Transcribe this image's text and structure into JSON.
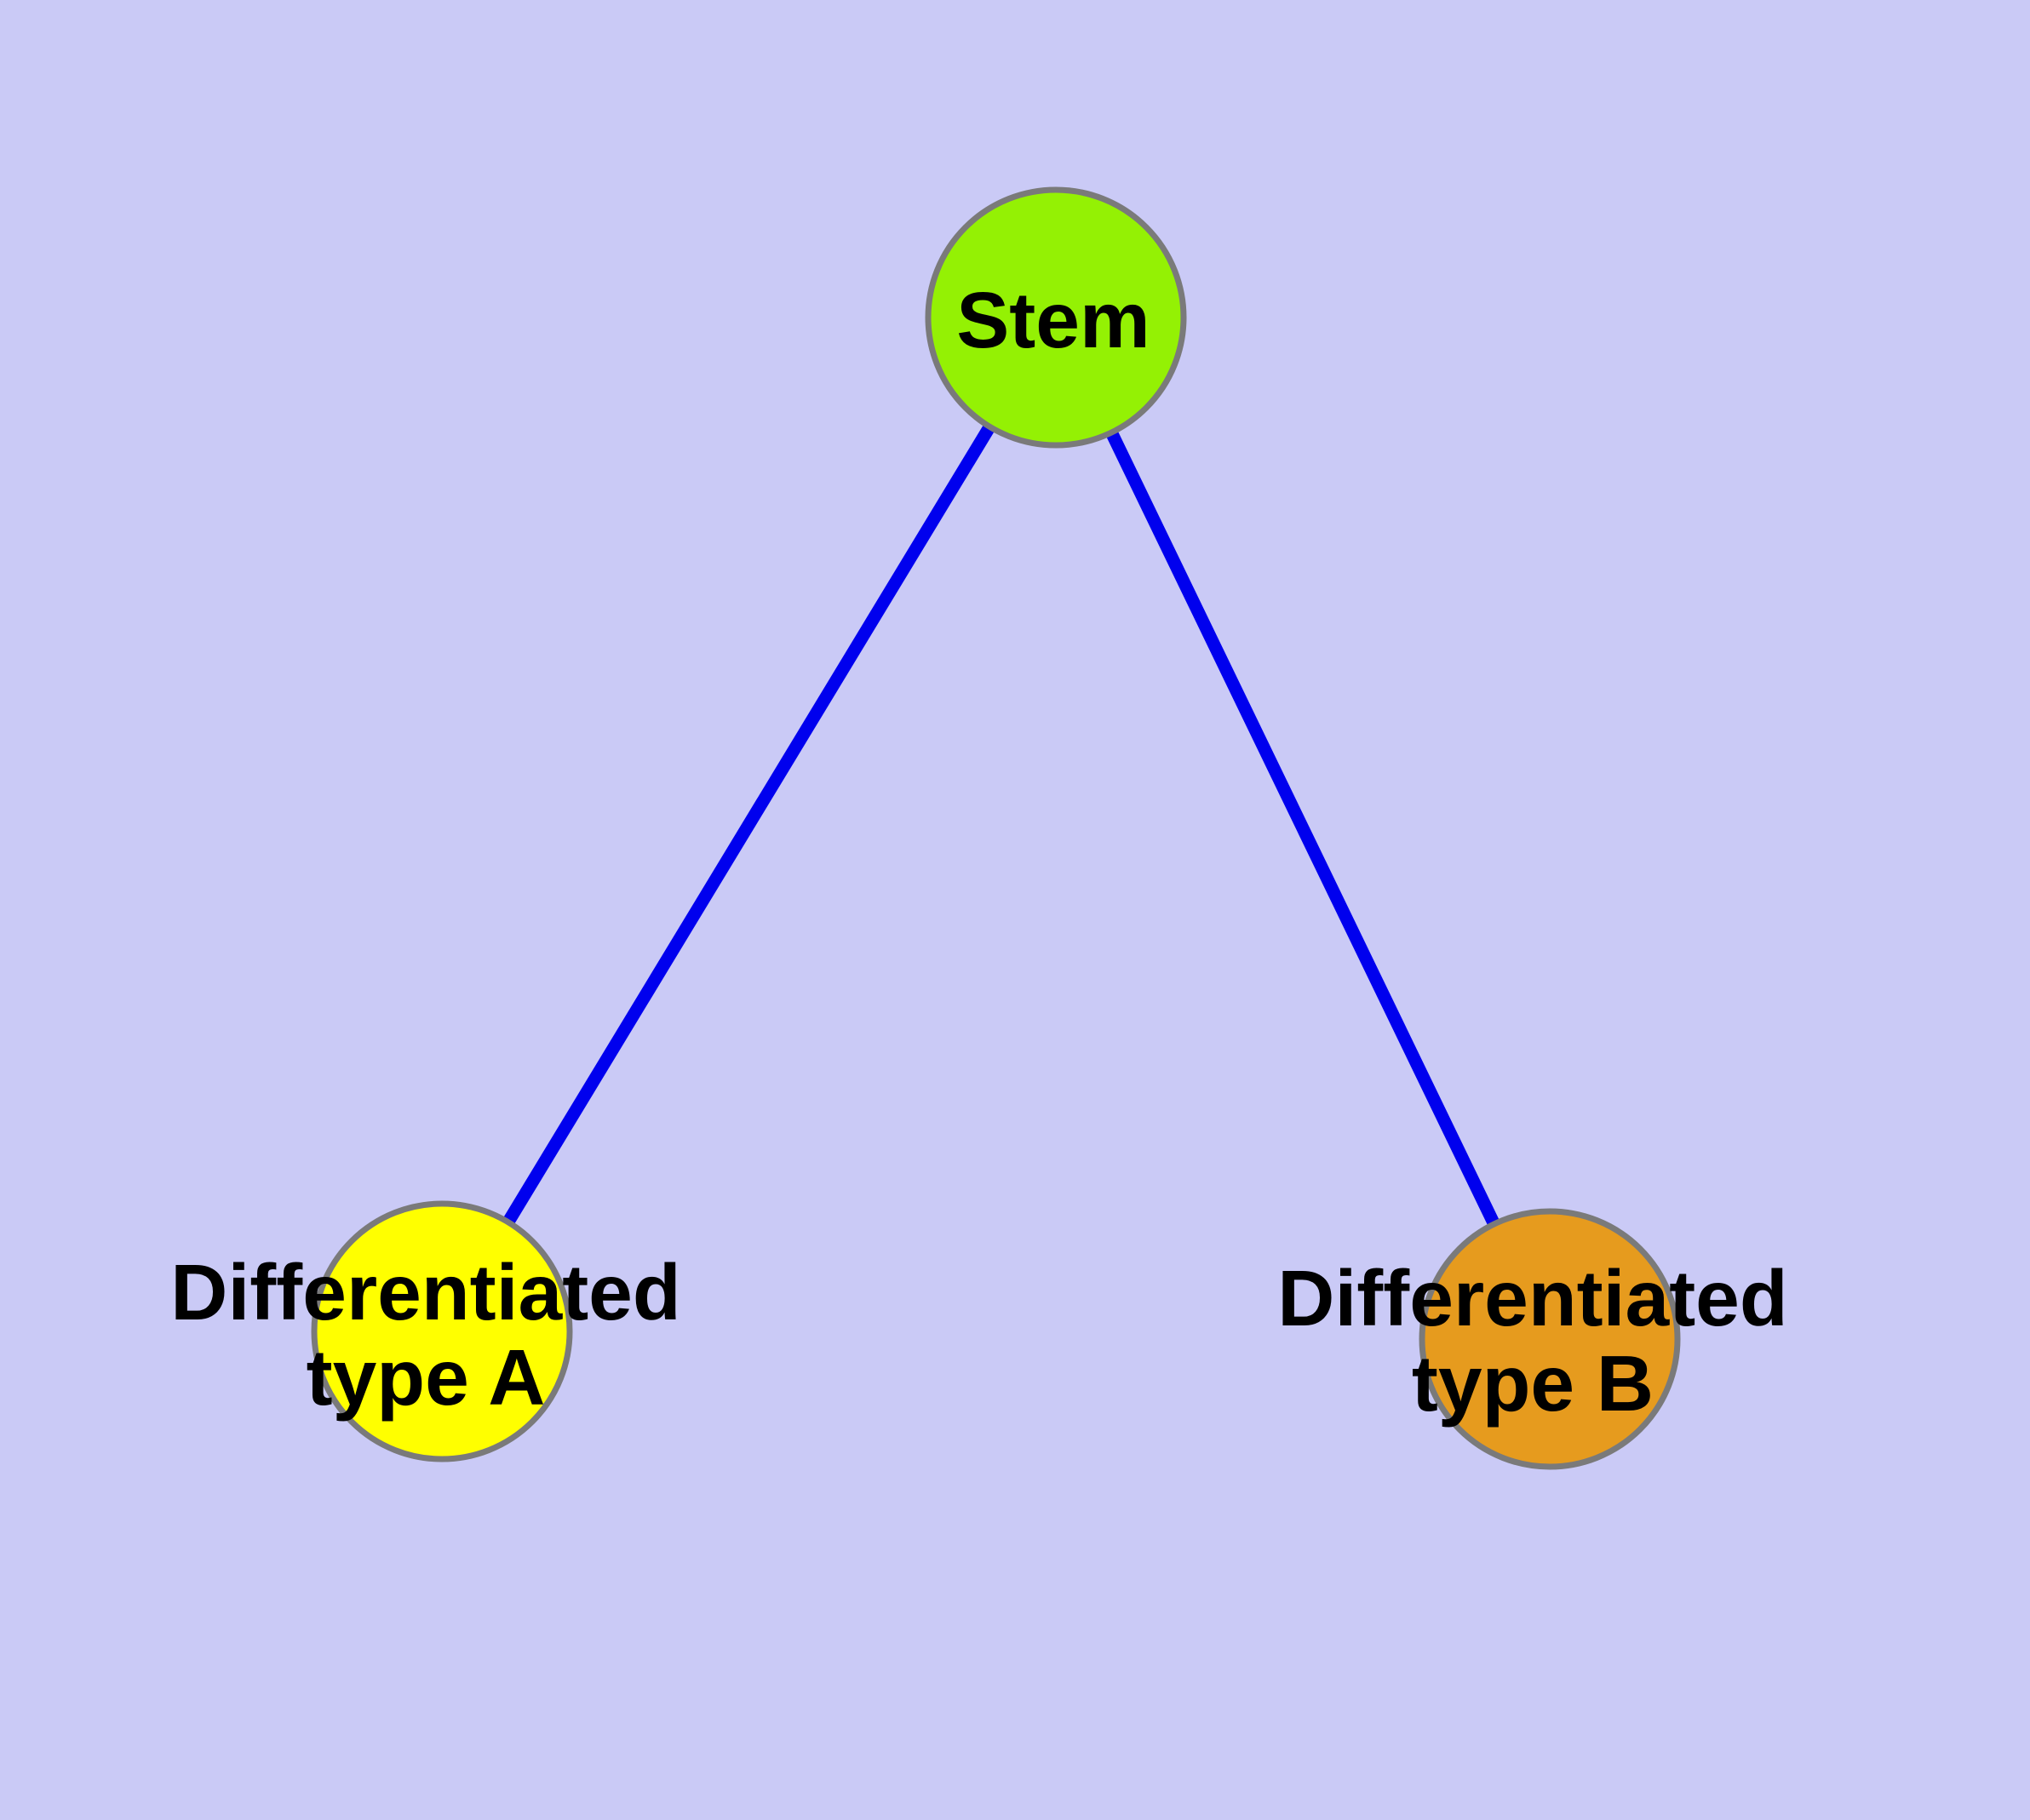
{
  "colors": {
    "background": "#cacaf6",
    "edge": "#0000ee",
    "node_border": "#7a7a7a",
    "stem_fill": "#94f104",
    "type_a_fill": "#ffff00",
    "type_b_fill": "#e69b1e",
    "label_text": "#000000"
  },
  "nodes": {
    "stem": {
      "label": "Stem"
    },
    "type_a": {
      "label_line1": "Differentiated",
      "label_line2": "type A"
    },
    "type_b": {
      "label_line1": "Differentiated",
      "label_line2": "type B"
    }
  }
}
